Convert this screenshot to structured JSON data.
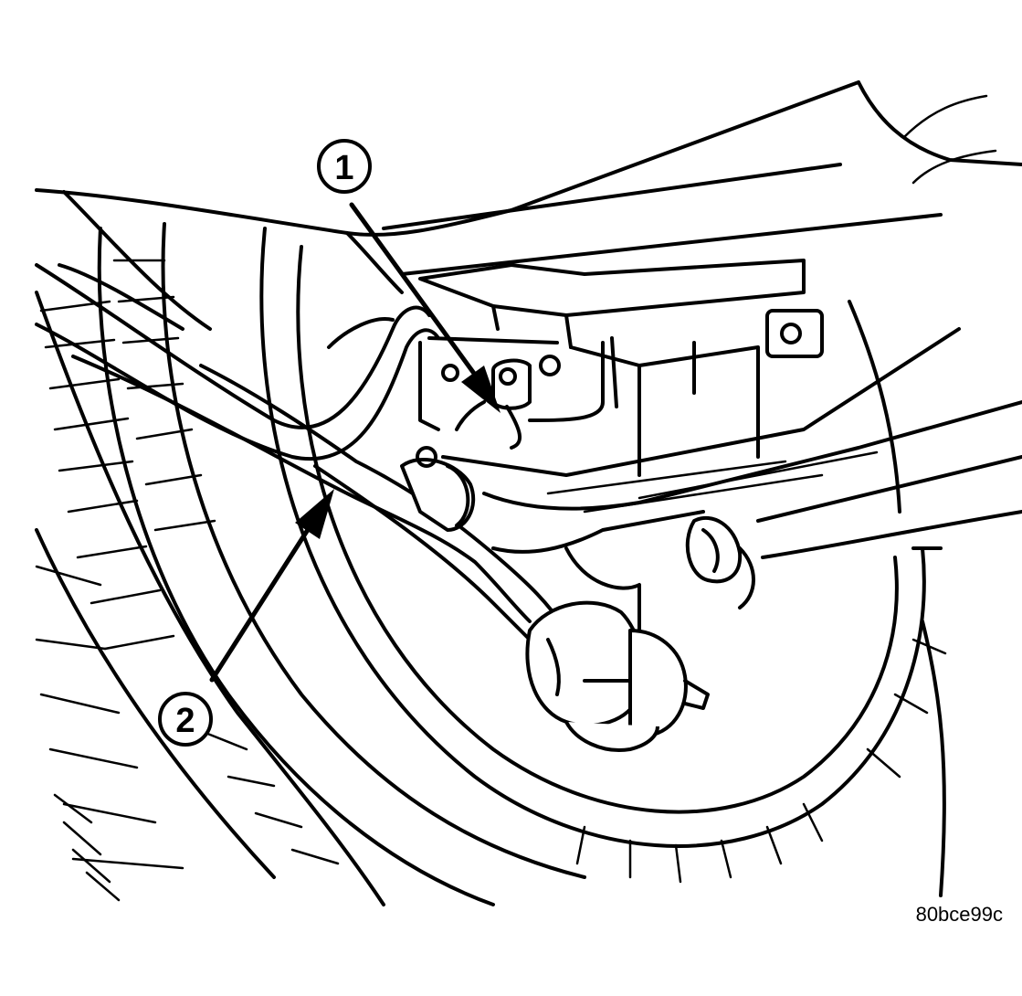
{
  "callouts": [
    {
      "id": "1",
      "label": "1"
    },
    {
      "id": "2",
      "label": "2"
    }
  ],
  "figure_code": "80bce99c",
  "colors": {
    "ink": "#000000",
    "paper": "#ffffff"
  }
}
